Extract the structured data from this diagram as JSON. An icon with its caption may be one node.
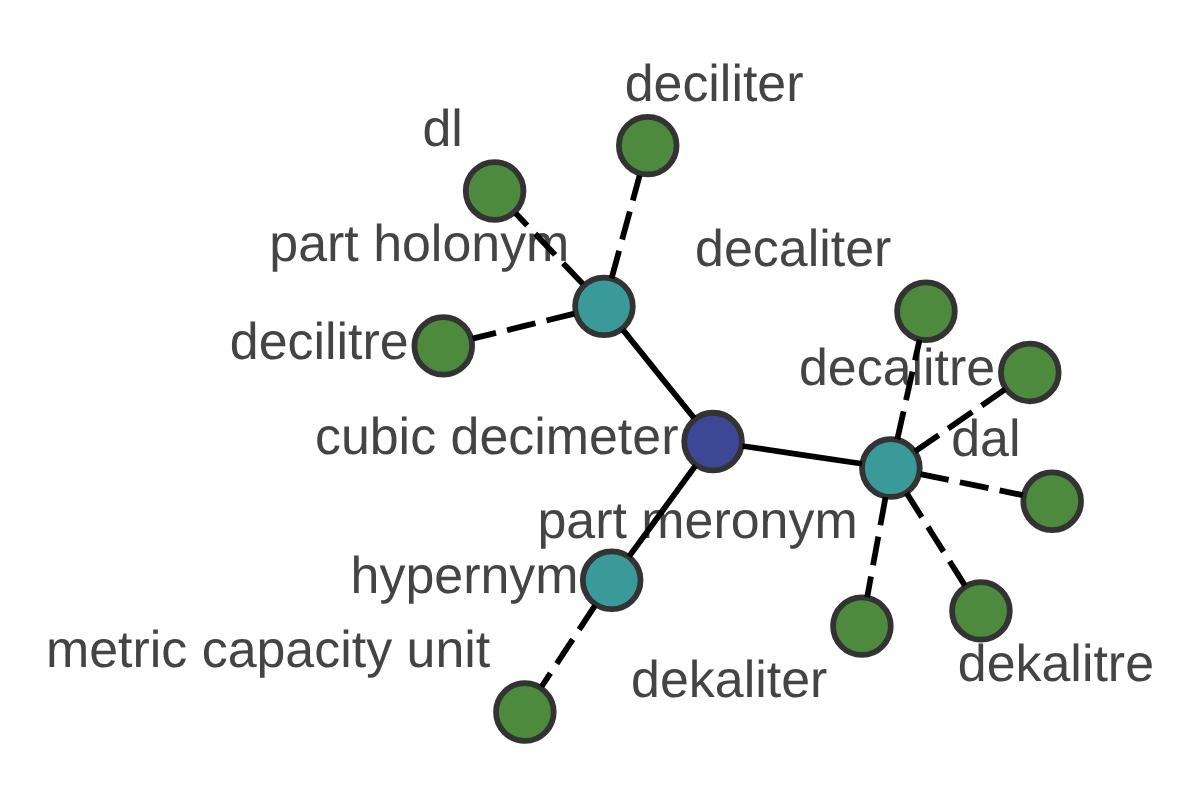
{
  "diagram": {
    "nodes": [
      {
        "text": [
          "cubic decimeter"
        ]
      },
      {
        "text": [
          "part meronym"
        ]
      },
      {
        "text": [
          "hypernym"
        ]
      },
      {
        "text": [
          "part holonym"
        ]
      },
      {
        "text": [
          "decalitre"
        ]
      },
      {
        "text": [
          "decaliter"
        ]
      },
      {
        "text": [
          "dekaliter"
        ]
      },
      {
        "text": [
          "dal"
        ]
      },
      {
        "text": [
          "dekalitre"
        ]
      },
      {
        "text": [
          "metric capacity unit"
        ]
      },
      {
        "text": [
          "decilitre"
        ]
      },
      {
        "text": [
          "dl"
        ]
      },
      {
        "text": [
          "deciliter"
        ]
      }
    ],
    "edges": [
      {
        "from": 0,
        "to": 1,
        "arrow": "none"
      },
      {
        "from": 0,
        "to": 2,
        "arrow": "none"
      },
      {
        "from": 0,
        "to": 3,
        "arrow": "none"
      },
      {
        "from": 1,
        "to": 4,
        "arrow": "none",
        "style": "dashed"
      },
      {
        "from": 1,
        "to": 5,
        "arrow": "none",
        "style": "dashed"
      },
      {
        "from": 1,
        "to": 6,
        "arrow": "none",
        "style": "dashed"
      },
      {
        "from": 1,
        "to": 7,
        "arrow": "none",
        "style": "dashed"
      },
      {
        "from": 1,
        "to": 8,
        "arrow": "none",
        "style": "dashed"
      },
      {
        "from": 2,
        "to": 9,
        "arrow": "none",
        "style": "dashed"
      },
      {
        "from": 3,
        "to": 10,
        "arrow": "none",
        "style": "dashed"
      },
      {
        "from": 3,
        "to": 11,
        "arrow": "none",
        "style": "dashed"
      },
      {
        "from": 3,
        "to": 12,
        "arrow": "none",
        "style": "dashed"
      }
    ]
  }
}
